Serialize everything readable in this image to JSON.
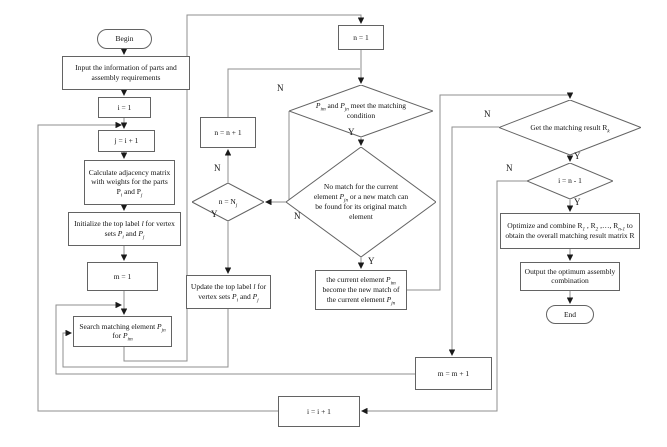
{
  "diagram_type": "flowchart",
  "colors": {
    "background": "#ffffff",
    "shape_border": "#636363",
    "connector_line": "#8f8f8f",
    "arrowhead": "#1a1a1a",
    "text": "#111111"
  },
  "nodes": {
    "begin": {
      "label": "Begin",
      "shape": "terminal"
    },
    "input_info": {
      "label": "Input the information of parts and assembly requirements",
      "shape": "process"
    },
    "set_i": {
      "label": "i = 1",
      "shape": "process"
    },
    "set_j": {
      "label": "j = i + 1",
      "shape": "process"
    },
    "calc_matrix": {
      "label": "Calculate adjacency matrix with weights for the parts P_{i} and P_{j}",
      "shape": "process"
    },
    "init_label": {
      "label": "Initialize the top label *l* for vertex sets *P*_{i} and *P*_{j}",
      "shape": "process"
    },
    "set_m": {
      "label": "m = 1",
      "shape": "process"
    },
    "search_match": {
      "label": "Search matching element *P*_{jn} for *P*_{im}",
      "shape": "process"
    },
    "inc_n": {
      "label": "n = n + 1",
      "shape": "process"
    },
    "check_n": {
      "label": "n = N_{j}",
      "shape": "decision"
    },
    "update_label": {
      "label": "Update the top label *l* for vertex sets *P*_{i} and *P*_{j}",
      "shape": "process"
    },
    "set_n": {
      "label": "n = 1",
      "shape": "process"
    },
    "check_match": {
      "label": "*P*_{im} and *P*_{jn} meet the matching condition",
      "shape": "decision"
    },
    "check_newmatch": {
      "label": "No match for the current element *P*_{jn} or a new match can be found for its original match element",
      "shape": "decision"
    },
    "assign_match": {
      "label": "the current element *P*_{im} become the new match of the current element *P*_{jn}",
      "shape": "process"
    },
    "check_result": {
      "label": "Get the matching result R_{k}",
      "shape": "decision"
    },
    "check_i": {
      "label": "i = n - 1",
      "shape": "decision"
    },
    "optimize": {
      "label": "Optimize and combine R_{1} , R_{2} ,…, R_{n-1} to obtain the overall matching result matrix R",
      "shape": "process"
    },
    "output_result": {
      "label": "Output the optimum assembly combination",
      "shape": "process"
    },
    "end": {
      "label": "End",
      "shape": "terminal"
    },
    "inc_m": {
      "label": "m = m + 1",
      "shape": "process"
    },
    "inc_i": {
      "label": "i = i + 1",
      "shape": "process"
    }
  },
  "edge_labels": {
    "check_match_no": "N",
    "check_match_yes": "Y",
    "check_newmatch_no": "N",
    "check_newmatch_yes": "Y",
    "check_n_no": "N",
    "check_n_yes": "Y",
    "check_result_no": "N",
    "check_result_yes": "Y",
    "check_i_no": "N",
    "check_i_yes": "Y"
  }
}
